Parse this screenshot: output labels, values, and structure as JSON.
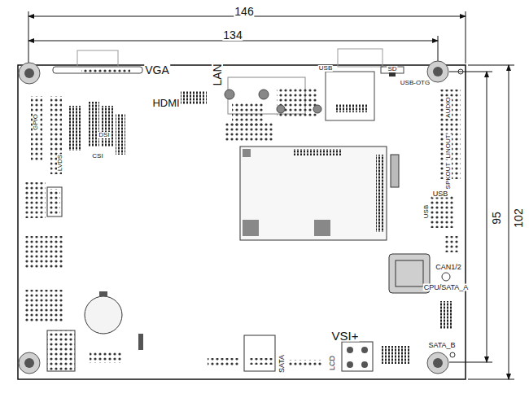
{
  "diagram": {
    "labels": [
      "146",
      "134",
      "VGA",
      "LAN",
      "HDMI",
      "USB",
      "SD",
      "USB-OTG",
      "AUDIO",
      "LINOUT",
      "SPKOUT",
      "USB",
      "USB",
      "CAN1/2",
      "CPU/SATA_A",
      "SATA_B",
      "95",
      "102",
      "VSI+",
      "SATA",
      "LCD",
      "LVDS",
      "DSI",
      "CSI",
      "GPIO"
    ]
  }
}
